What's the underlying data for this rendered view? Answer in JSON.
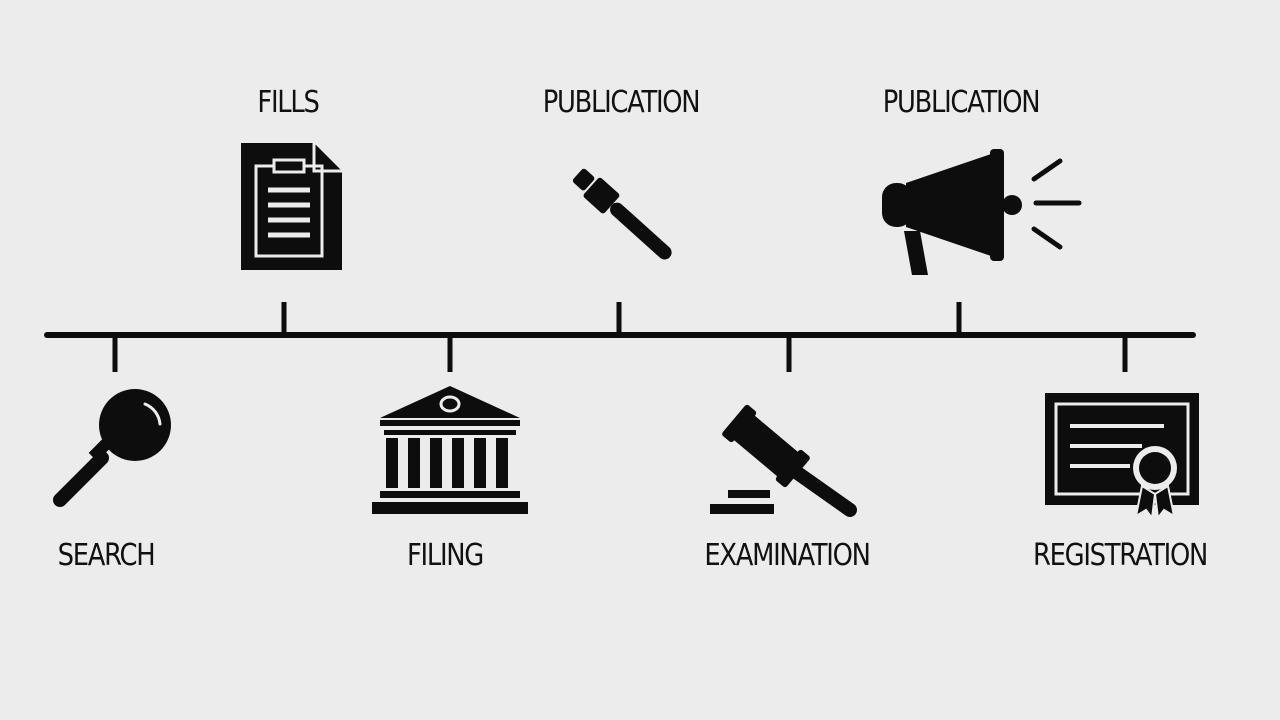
{
  "colors": {
    "background": "#ececec",
    "ink": "#0d0d0d"
  },
  "timeline": {
    "above": [
      {
        "label": "FILLS",
        "icon": "document-icon"
      },
      {
        "label": "PUBLICATION",
        "icon": "pen-icon"
      },
      {
        "label": "PUBLICATION",
        "icon": "megaphone-icon"
      }
    ],
    "below": [
      {
        "label": "SEARCH",
        "icon": "magnifier-icon"
      },
      {
        "label": "FILING",
        "icon": "building-icon"
      },
      {
        "label": "EXAMINATION",
        "icon": "gavel-icon"
      },
      {
        "label": "REGISTRATION",
        "icon": "certificate-icon"
      }
    ]
  }
}
